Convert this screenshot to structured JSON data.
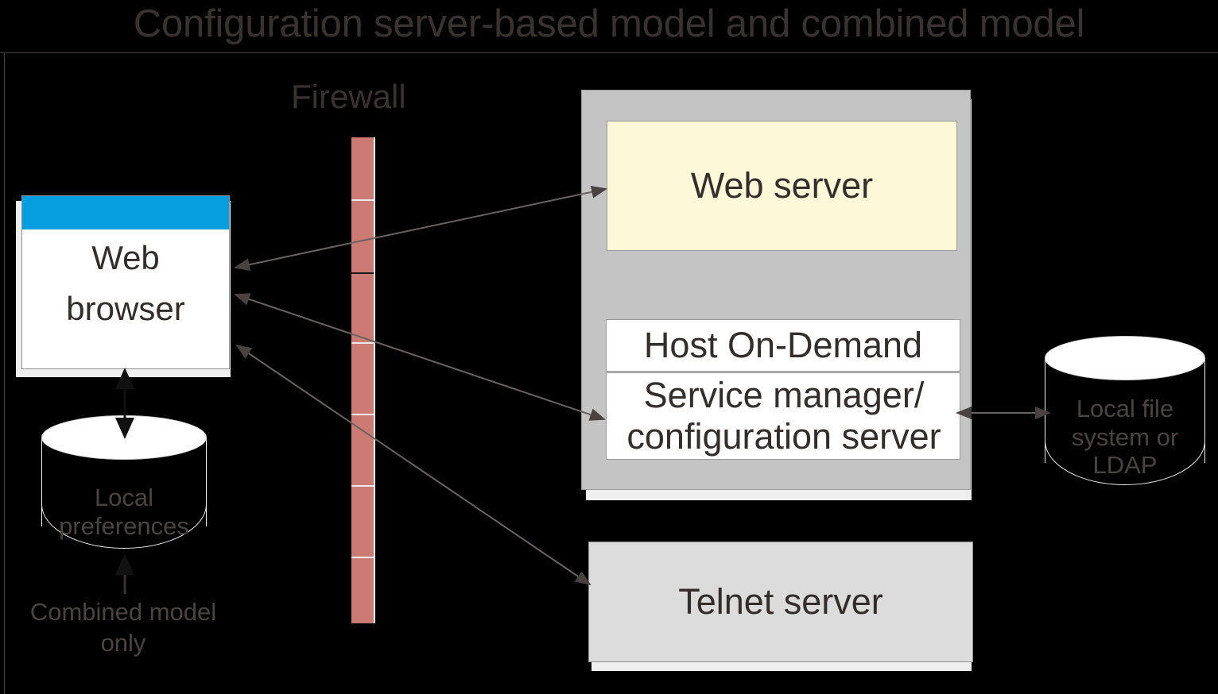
{
  "title": "Configuration server-based model and combined model",
  "diagram": {
    "firewall": {
      "label": "Firewall",
      "color": "#cc7b74"
    },
    "client": {
      "browser_label_line1": "Web",
      "browser_label_line2": "browser",
      "titlebar_color": "#079ee0",
      "local_store_line1": "Local",
      "local_store_line2": "preferences",
      "note_line1": "Combined model",
      "note_line2": "only"
    },
    "server_group": {
      "web_server": "Web server",
      "web_server_color": "#fdf8d8",
      "host_on_demand": "Host On-Demand",
      "config_server_line1": "Service manager/",
      "config_server_line2": "configuration server",
      "group_color": "#c4c4c4"
    },
    "telnet": {
      "label": "Telnet server",
      "color": "#dcdcdc"
    },
    "storage": {
      "ldap_line1": "Local file",
      "ldap_line2": "system or",
      "ldap_line3": "LDAP"
    },
    "connectors": [
      {
        "name": "browser-to-web-server",
        "from": "Web browser",
        "to": "Web server",
        "style": "double-arrow"
      },
      {
        "name": "browser-to-config-server",
        "from": "Web browser",
        "to": "Service manager/configuration server",
        "style": "double-arrow"
      },
      {
        "name": "browser-to-telnet-server",
        "from": "Web browser",
        "to": "Telnet server",
        "style": "double-arrow"
      },
      {
        "name": "config-server-to-ldap",
        "from": "Service manager/configuration server",
        "to": "Local file system or LDAP",
        "style": "double-arrow"
      },
      {
        "name": "browser-to-local-preferences",
        "from": "Web browser",
        "to": "Local preferences",
        "style": "double-arrow"
      },
      {
        "name": "note-to-local-preferences",
        "from": "Combined model only",
        "to": "Local preferences",
        "style": "single-arrow"
      }
    ]
  }
}
